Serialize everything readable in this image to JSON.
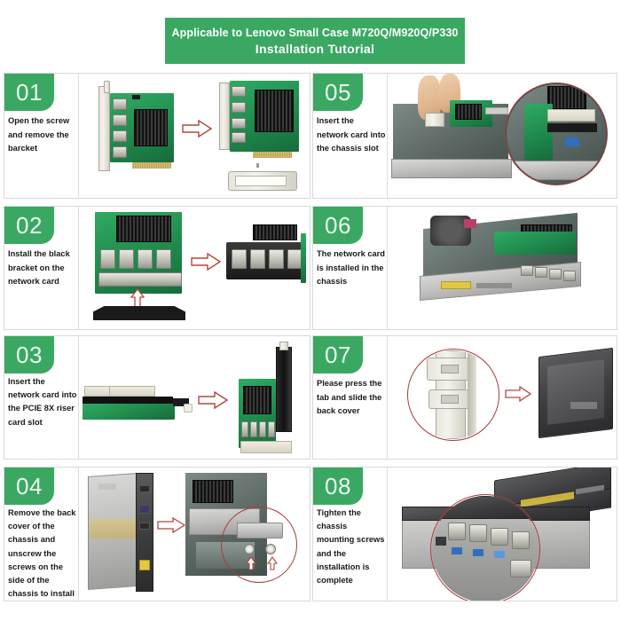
{
  "banner": {
    "line1": "Applicable to Lenovo Small Case M720Q/M920Q/P330",
    "line2": "Installation Tutorial",
    "background_color": "#3aa862",
    "text_color": "#ffffff"
  },
  "theme": {
    "accent_green": "#3aa862",
    "badge_text_color": "#eafaf0",
    "panel_border_color": "#d8d8d8",
    "body_text_color": "#1a1a1a",
    "arrow_color": "#c0392b",
    "highlight_circle_color": "#a83a3a",
    "page_background": "#ffffff"
  },
  "steps": [
    {
      "number": "01",
      "text": "Open the screw and remove the barcket",
      "illustration": "pcie-network-card-with-bracket-and-arrow"
    },
    {
      "number": "02",
      "text": "Install the black bracket on the network card",
      "illustration": "network-card-with-four-rj45-ports-and-black-bracket"
    },
    {
      "number": "03",
      "text": "Insert the network card into the PCIE 8X riser card slot",
      "illustration": "pcie-riser-card-and-network-card"
    },
    {
      "number": "04",
      "text": "Remove the back cover of the chassis and unscrew the screws on the side of the chassis to install the network card",
      "illustration": "chassis-back-cover-removal-with-screw-closeup"
    },
    {
      "number": "05",
      "text": "Insert the network card into the chassis slot",
      "illustration": "hand-inserting-card-into-slot-with-closeup"
    },
    {
      "number": "06",
      "text": "The network card is installed in the chassis",
      "illustration": "chassis-with-installed-network-card"
    },
    {
      "number": "07",
      "text": "Please press the tab and slide the back cover",
      "illustration": "press-tab-closeup-and-back-cover"
    },
    {
      "number": "08",
      "text": "Tighten the chassis mounting screws and the installation is complete",
      "illustration": "finished-chassis-with-rj45-ports-closeup"
    }
  ]
}
